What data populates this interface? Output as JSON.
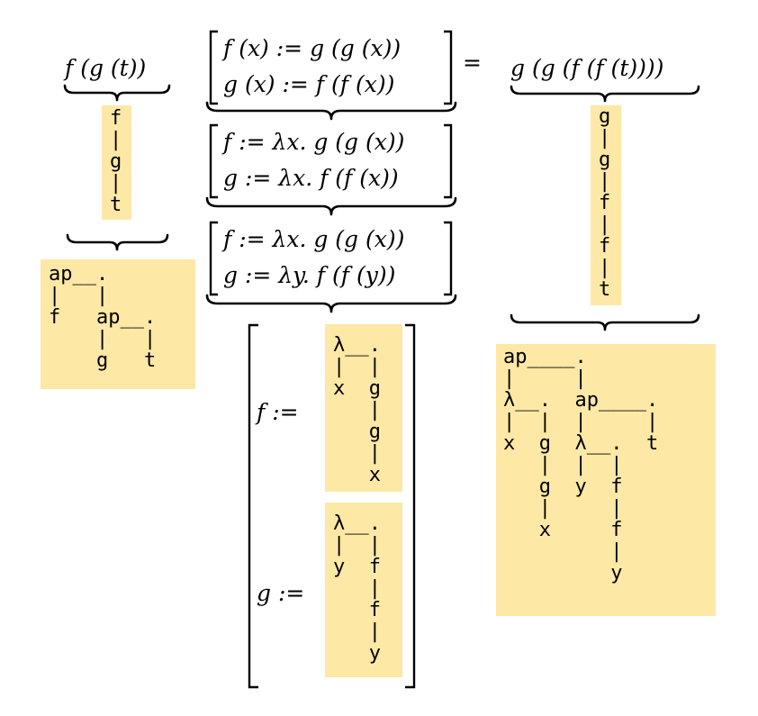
{
  "left": {
    "expression": "f (g (t))",
    "tree": "f\n|\ng\n|\nt",
    "ast": "ap__.\n|   |\nf   ap__.\n    |   |\n    g   t"
  },
  "middle": {
    "sub1": [
      "f (x) := g (g (x))",
      "g (x) := f (f (x))"
    ],
    "sub2": [
      "f := λx. g (g (x))",
      "g := λx. f (f (x))"
    ],
    "sub3": [
      "f := λx. g (g (x))",
      "g := λy. f (f (y))"
    ],
    "sub4": {
      "f_label": "f :=",
      "f_tree": "λ__.\n|  |\nx  g\n   |\n   g\n   |\n   x",
      "g_label": "g :=",
      "g_tree": "λ__.\n|  |\ny  f\n   |\n   f\n   |\n   y"
    }
  },
  "equals": "=",
  "right": {
    "expression": "g (g (f (f (t))))",
    "tree": "g\n|\ng\n|\nf\n|\nf\n|\nt",
    "ast": "ap____.\n|     |\nλ__.  ap____.\n|  |  |     |\nx  g  λ__.  t\n   |  |  |\n   g  y  f\n   |     |\n   x     f\n         |\n         y"
  },
  "colors": {
    "highlight": "#fde8a5",
    "ink": "#000000"
  }
}
